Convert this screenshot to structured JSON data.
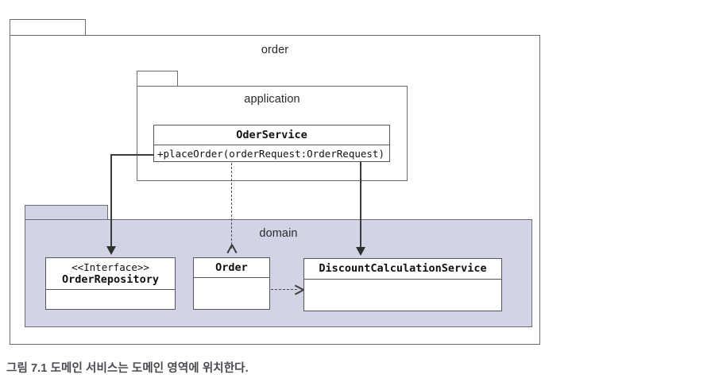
{
  "figure": {
    "caption": "그림 7.1 도메인 서비스는 도메인 영역에 위치한다."
  },
  "packages": {
    "order": {
      "label": "order",
      "fill": "#ffffff",
      "border": "#6b6b72"
    },
    "application": {
      "label": "application",
      "fill": "#ffffff",
      "border": "#6b6b72"
    },
    "domain": {
      "label": "domain",
      "fill": "#d3d3e6",
      "border": "#6b6b72"
    }
  },
  "classes": {
    "order_service": {
      "name": "OderService",
      "stereotype": "",
      "operation": "+placeOrder(orderRequest:OrderRequest)",
      "package": "application"
    },
    "order_repository": {
      "name": "OrderRepository",
      "stereotype": "<<Interface>>",
      "operation": "",
      "package": "domain"
    },
    "order_entity": {
      "name": "Order",
      "stereotype": "",
      "operation": "",
      "package": "domain"
    },
    "discount_calculation_service": {
      "name": "DiscountCalculationService",
      "stereotype": "",
      "operation": "",
      "package": "domain"
    }
  },
  "connectors": [
    {
      "id": "oderservice-to-orderrepository",
      "from": "OderService",
      "to": "OrderRepository",
      "style": "solid",
      "arrowhead": "filled"
    },
    {
      "id": "oderservice-to-order",
      "from": "OderService",
      "to": "Order",
      "style": "dashed",
      "arrowhead": "open"
    },
    {
      "id": "oderservice-to-discountcalculationservice",
      "from": "OderService",
      "to": "DiscountCalculationService",
      "style": "solid",
      "arrowhead": "filled"
    },
    {
      "id": "order-to-discountcalculationservice",
      "from": "Order",
      "to": "DiscountCalculationService",
      "style": "dashed",
      "arrowhead": "open"
    }
  ]
}
